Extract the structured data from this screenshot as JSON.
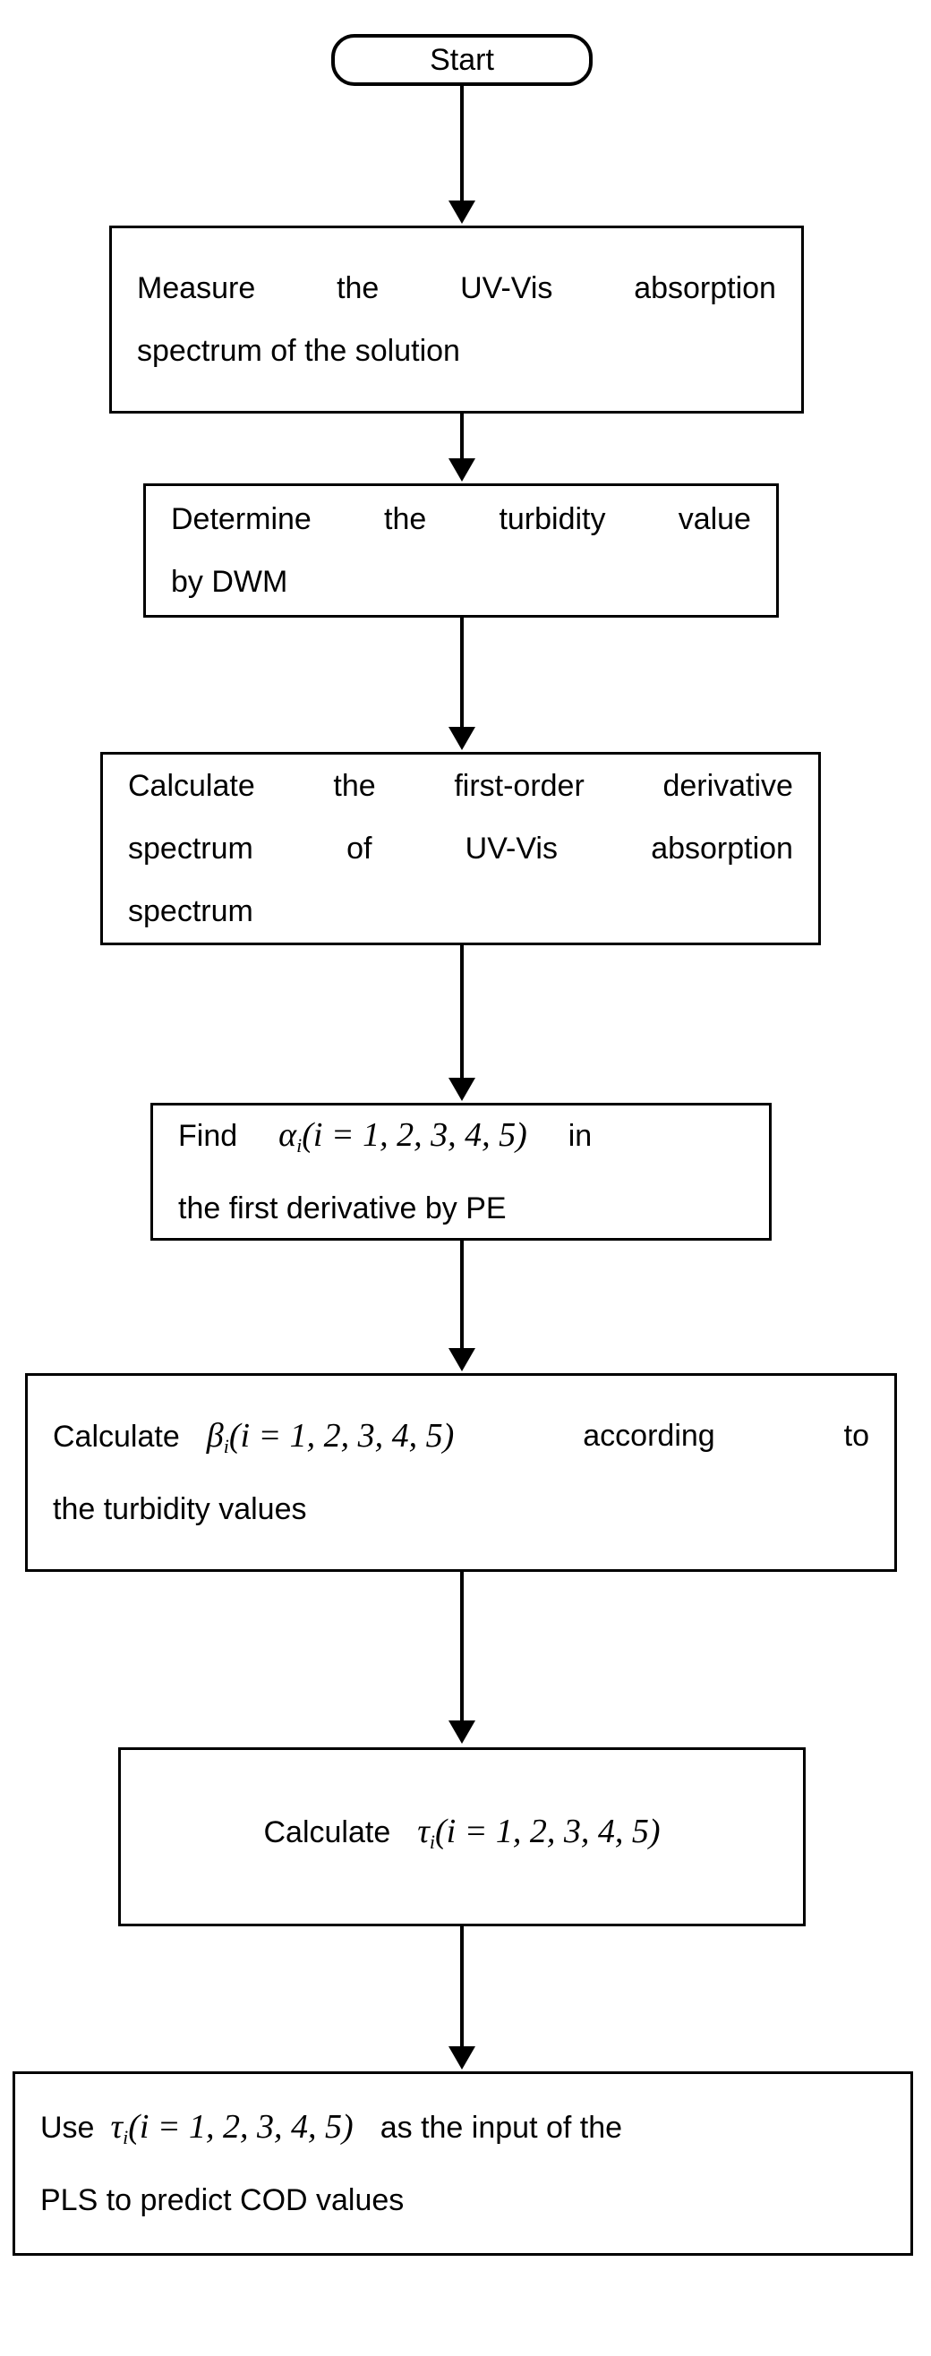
{
  "diagram": {
    "title": "COD prediction flowchart",
    "stroke_color": "#000000",
    "background_color": "#ffffff"
  },
  "nodes": [
    {
      "id": "start",
      "shape": "terminal",
      "label": "Start"
    },
    {
      "id": "measure",
      "shape": "process",
      "line1_a": "Measure",
      "line1_b": "the",
      "line1_c": "UV-Vis",
      "line1_d": "absorption",
      "line2": "spectrum of the solution"
    },
    {
      "id": "turbidity",
      "shape": "process",
      "line1_a": "Determine",
      "line1_b": "the",
      "line1_c": "turbidity",
      "line1_d": "value",
      "line2": "by DWM"
    },
    {
      "id": "derivative",
      "shape": "process",
      "line1_a": "Calculate",
      "line1_b": "the",
      "line1_c": "first-order",
      "line1_d": "derivative",
      "line2_a": "spectrum",
      "line2_b": "of",
      "line2_c": "UV-Vis",
      "line2_d": "absorption",
      "line3": "spectrum"
    },
    {
      "id": "find-alpha",
      "shape": "process",
      "line1_pre": "Find",
      "symbol": "α",
      "subscript": "i",
      "expr": "(i = 1, 2, 3, 4, 5)",
      "line1_post": "in",
      "line2": "the first derivative by PE"
    },
    {
      "id": "calc-beta",
      "shape": "process",
      "line1_pre": "Calculate",
      "symbol": "β",
      "subscript": "i",
      "expr": "(i = 1, 2, 3, 4, 5)",
      "line1_post_a": "according",
      "line1_post_b": "to",
      "line2": "the turbidity values"
    },
    {
      "id": "calc-tau",
      "shape": "process",
      "line1_pre": "Calculate",
      "symbol": "τ",
      "subscript": "i",
      "expr": "(i = 1, 2, 3, 4, 5)"
    },
    {
      "id": "use-tau",
      "shape": "process",
      "line1_pre": "Use",
      "symbol": "τ",
      "subscript": "i",
      "expr": "(i = 1, 2, 3, 4, 5)",
      "line1_post": "as the input of the",
      "line2": "PLS to predict COD values"
    }
  ],
  "connectors": [
    {
      "id": "start-to-measure",
      "from": "start",
      "to": "measure"
    },
    {
      "id": "measure-to-turbidity",
      "from": "measure",
      "to": "turbidity"
    },
    {
      "id": "turbidity-to-derivative",
      "from": "turbidity",
      "to": "derivative"
    },
    {
      "id": "derivative-to-find-alpha",
      "from": "derivative",
      "to": "find-alpha"
    },
    {
      "id": "find-alpha-to-calc-beta",
      "from": "find-alpha",
      "to": "calc-beta"
    },
    {
      "id": "calc-beta-to-calc-tau",
      "from": "calc-beta",
      "to": "calc-tau"
    },
    {
      "id": "calc-tau-to-use-tau",
      "from": "calc-tau",
      "to": "use-tau"
    }
  ]
}
